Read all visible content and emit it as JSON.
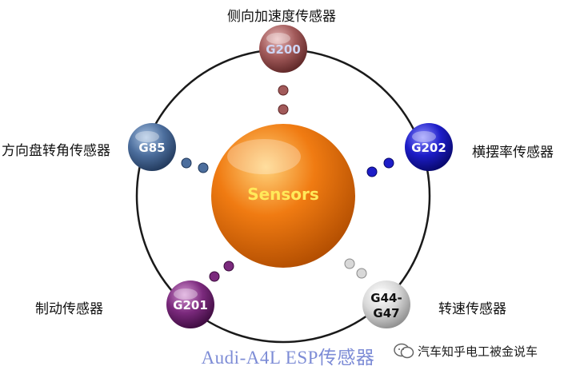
{
  "center": {
    "label": "Sensors"
  },
  "nodes": [
    {
      "id": "G200",
      "code": "G200",
      "label": "侧向加速度传感器",
      "color_hi": "#e9b8b8",
      "color_mid": "#a25a5a",
      "color_lo": "#5b2424"
    },
    {
      "id": "G202",
      "code": "G202",
      "label": "横摆率传感器",
      "color_hi": "#8f8fff",
      "color_mid": "#1d1dc8",
      "color_lo": "#070766"
    },
    {
      "id": "G44",
      "code_lines": [
        "G44-",
        "G47"
      ],
      "label": "转速传感器",
      "color_hi": "#ffffff",
      "color_mid": "#d8d8d8",
      "color_lo": "#8a8a8a"
    },
    {
      "id": "G201",
      "code": "G201",
      "label": "制动传感器",
      "color_hi": "#d79ad6",
      "color_mid": "#7b2a7d",
      "color_lo": "#3a0a3c"
    },
    {
      "id": "G85",
      "code": "G85",
      "label": "方向盘转角传感器",
      "color_hi": "#a9c3e3",
      "color_mid": "#4c6e9d",
      "color_lo": "#1f3658"
    }
  ],
  "caption": "Audi-A4L ESP传感器",
  "watermark": "汽车知乎电工被金说车",
  "colors": {
    "center_hi": "#ffd27a",
    "center_mid": "#f07b12",
    "center_lo": "#b04c00",
    "center_text": "#ffe95a",
    "ring": "#1a1a1a"
  }
}
